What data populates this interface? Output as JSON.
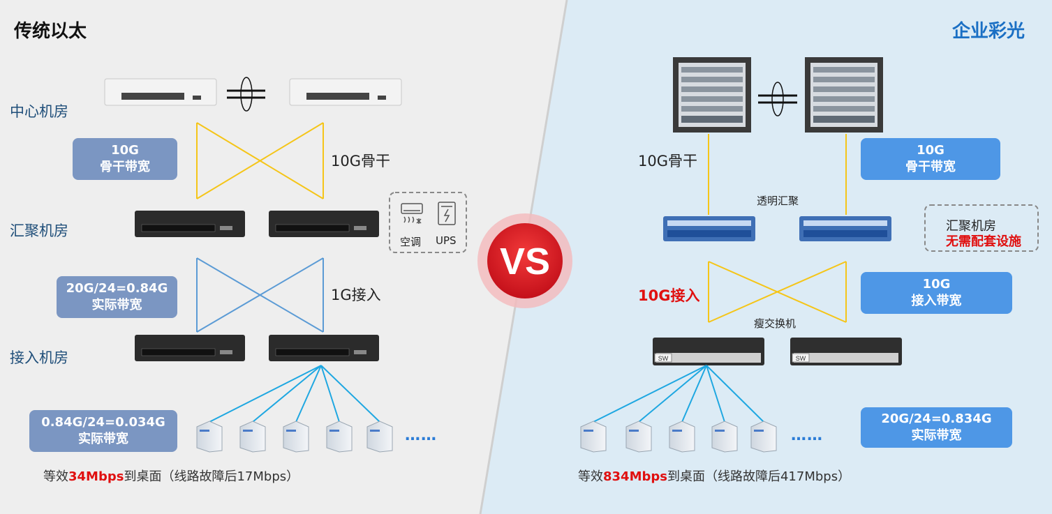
{
  "left": {
    "title": "传统以太",
    "rooms": {
      "center": "中心机房",
      "aggregation": "汇聚机房",
      "access": "接入机房"
    },
    "links": {
      "backbone": "10G骨干",
      "access": "1G接入"
    },
    "badges": {
      "backbone": {
        "line1": "10G",
        "line2": "骨干带宽"
      },
      "actual": {
        "line1": "20G/24=0.84G",
        "line2": "实际带宽"
      },
      "desktop": {
        "line1": "0.84G/24=0.034G",
        "line2": "实际带宽"
      }
    },
    "facilities": {
      "ac": "空调",
      "ups": "UPS"
    },
    "ellipsis": "……",
    "footer": {
      "prefix": "等效",
      "highlight": "34Mbps",
      "suffix": "到桌面（线路故障后17Mbps）"
    }
  },
  "right": {
    "title": "企业彩光",
    "links": {
      "backbone": "10G骨干",
      "access": "10G接入"
    },
    "labels": {
      "transparent": "透明汇聚",
      "thin_switch": "瘦交换机"
    },
    "note": {
      "line1": "汇聚机房",
      "line2": "无需配套设施"
    },
    "badges": {
      "backbone": {
        "line1": "10G",
        "line2": "骨干带宽"
      },
      "access": {
        "line1": "10G",
        "line2": "接入带宽"
      },
      "desktop": {
        "line1": "20G/24=0.834G",
        "line2": "实际带宽"
      }
    },
    "switch_tag": "SW",
    "ellipsis": "……",
    "footer": {
      "prefix": "等效",
      "highlight": "834Mbps",
      "suffix": "到桌面（线路故障后417Mbps）"
    }
  },
  "vs": "VS",
  "colors": {
    "backbone_line": "#f5c518",
    "access_line_left": "#5b9bd5",
    "drop_line": "#1ea7e1",
    "badge_left": "#7b96c2",
    "badge_right": "#4e97e6",
    "highlight": "#e01010"
  }
}
